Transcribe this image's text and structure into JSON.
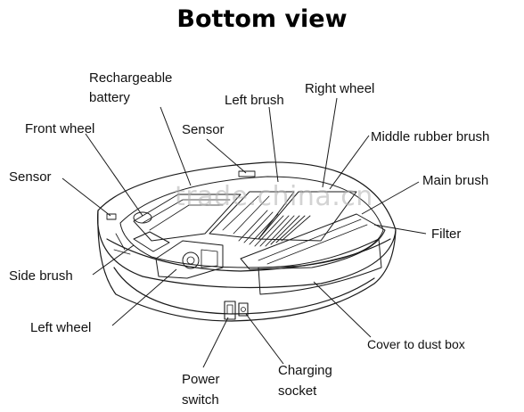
{
  "title": "Bottom view",
  "watermark": "trade.china.cn",
  "labels": {
    "rechargeable_battery_line1": "Rechargeable",
    "rechargeable_battery_line2": "battery",
    "left_brush_top": "Left brush",
    "right_wheel": "Right wheel",
    "front_wheel": "Front wheel",
    "sensor_top": "Sensor",
    "middle_rubber_brush": "Middle rubber brush",
    "sensor_left": "Sensor",
    "main_brush": "Main brush",
    "filter": "Filter",
    "side_brush": "Side brush",
    "left_wheel": "Left wheel",
    "cover_to_dust_box": "Cover to dust box",
    "power_switch_line1": "Power",
    "power_switch_line2": "switch",
    "charging_socket_line1": "Charging",
    "charging_socket_line2": "socket"
  },
  "colors": {
    "line": "#1a1a1a",
    "text": "#111111",
    "watermark": "#b0b0b0"
  }
}
